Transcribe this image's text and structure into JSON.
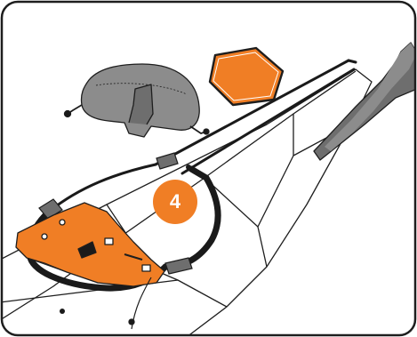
{
  "figure": {
    "step_number": "4",
    "colors": {
      "accent": "#F07E25",
      "gray_part": "#8C8C8C",
      "dark_gray_part": "#6E6E6E",
      "strap": "#1A1A1A",
      "outline": "#1E1E1E",
      "background": "#FFFFFF"
    },
    "parts": [
      "hull-deck",
      "seat-backrest",
      "rear-hatch-cover",
      "coaming-rim",
      "bungee-straps",
      "orange-seat-pad",
      "fin-blade"
    ]
  }
}
